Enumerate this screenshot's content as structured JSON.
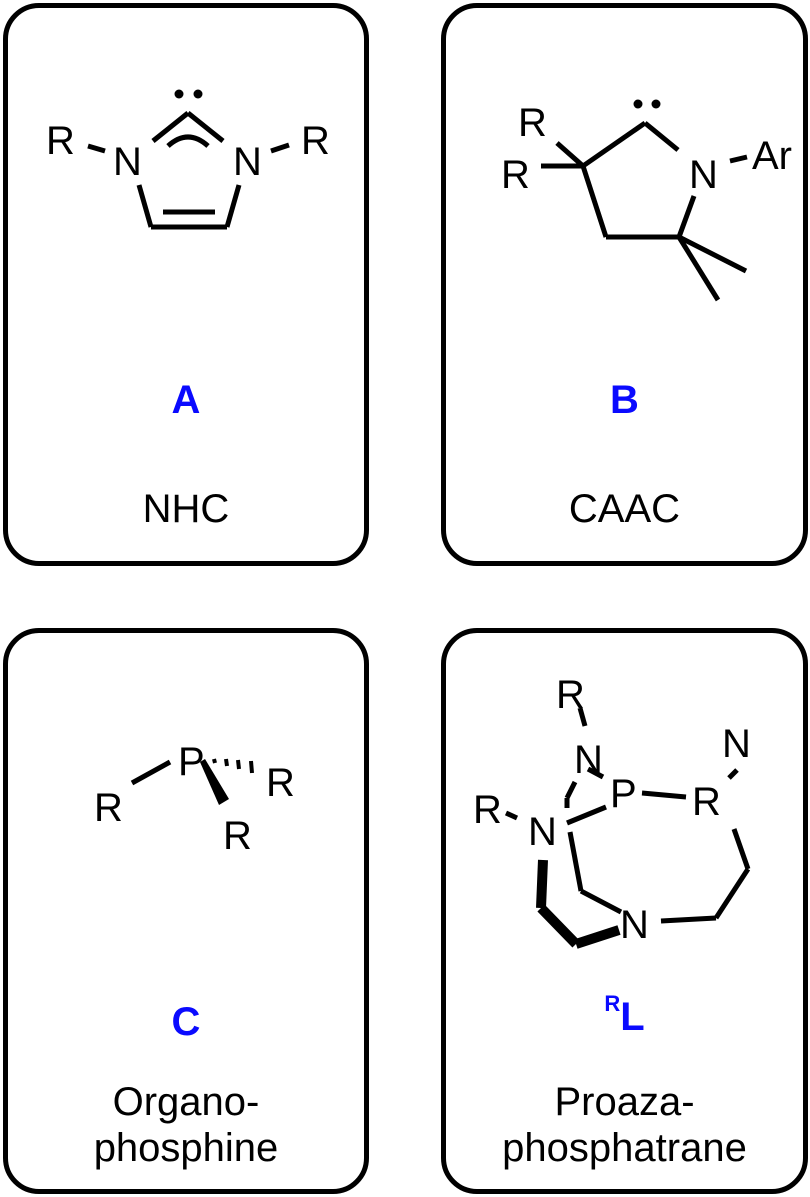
{
  "colors": {
    "label_blue": "#0a0aff",
    "line": "#000000",
    "background": "#ffffff"
  },
  "cards": [
    {
      "id": "A",
      "label": "A",
      "name_lines": [
        "NHC"
      ],
      "structure": {
        "type": "N-heterocyclic carbene",
        "atoms": [
          "R",
          "N",
          "N",
          "R"
        ],
        "features": [
          "carbene lone pair",
          "imidazole ring with C=C double bond",
          "delocalized N-C-N arc"
        ]
      }
    },
    {
      "id": "B",
      "label": "B",
      "name_lines": [
        "CAAC"
      ],
      "structure": {
        "type": "cyclic (alkyl)(amino)carbene",
        "atoms": [
          "R",
          "R",
          "N",
          "Ar"
        ],
        "features": [
          "carbene lone pair",
          "pyrrolidine ring",
          "gem-dimethyl group"
        ]
      }
    },
    {
      "id": "C",
      "label": "C",
      "name_lines": [
        "Organo-",
        "phosphine"
      ],
      "structure": {
        "type": "tertiary phosphine",
        "atoms": [
          "P",
          "R",
          "R",
          "R"
        ],
        "features": [
          "hashed wedge bond",
          "bold wedge bond"
        ]
      }
    },
    {
      "id": "L",
      "label_sup": "R",
      "label": "L",
      "name_lines": [
        "Proaza-",
        "phosphatrane"
      ],
      "structure": {
        "type": "proazaphosphatrane",
        "atoms": [
          "R",
          "N",
          "R",
          "P",
          "N",
          "R",
          "N",
          "N"
        ],
        "features": [
          "bicyclic cage",
          "bold bonds on front bridge"
        ]
      }
    }
  ]
}
